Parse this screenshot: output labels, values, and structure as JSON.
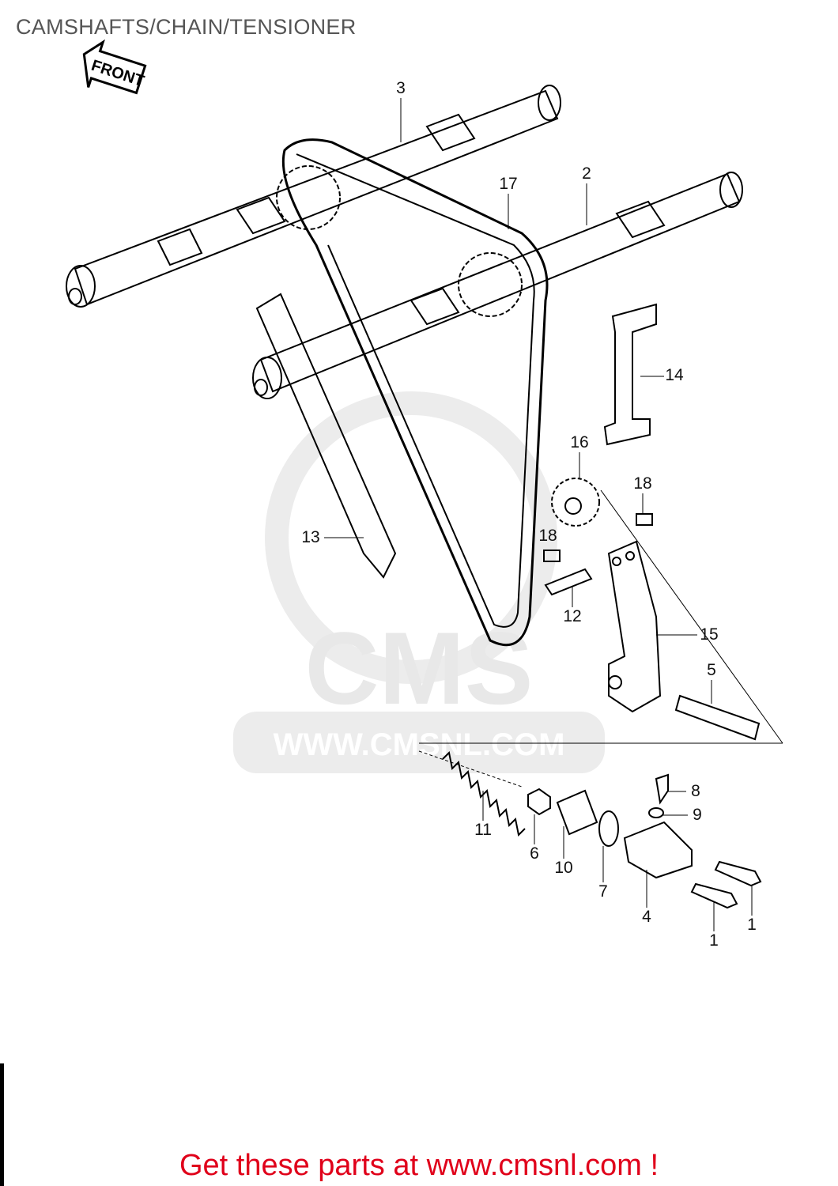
{
  "title": "CAMSHAFTS/CHAIN/TENSIONER",
  "front_arrow": "FRONT",
  "watermark": {
    "logo": "CMS",
    "url": "WWW.CMSNL.COM"
  },
  "callouts": [
    "3",
    "17",
    "2",
    "14",
    "16",
    "18",
    "18",
    "13",
    "12",
    "15",
    "5",
    "8",
    "9",
    "11",
    "6",
    "10",
    "7",
    "4",
    "1",
    "1"
  ],
  "footer": "Get these parts at www.cmsnl.com !",
  "colors": {
    "footer": "#e0001a",
    "title": "#555555",
    "watermark": "#e6e6e6"
  }
}
